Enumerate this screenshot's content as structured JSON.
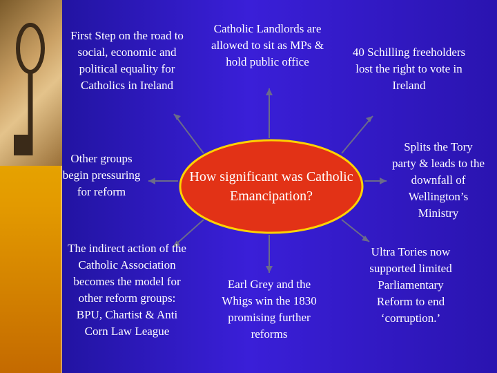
{
  "center": {
    "text": "How significant was Catholic Emancipation?"
  },
  "nodes": {
    "top_left": "First Step on the road to social, economic and political equality for Catholics in Ireland",
    "top_center": "Catholic Landlords are allowed to sit as MPs & hold public office",
    "top_right": "40 Schilling freeholders lost the right to vote in Ireland",
    "mid_left": "Other groups begin pressuring for reform",
    "mid_right": "Splits the Tory party & leads to the downfall of Wellington’s Ministry",
    "bottom_left": "The indirect action of the Catholic Association becomes the model for other reform groups: BPU, Chartist & Anti Corn Law League",
    "bottom_center": "Earl Grey and the Whigs win the 1830 promising further reforms",
    "bottom_right": "Ultra Tories now supported limited Parliamentary Reform to end ‘corruption.’"
  },
  "colors": {
    "center_fill": "#e23216",
    "center_border": "#ffd200",
    "connector": "#6b6b8a"
  },
  "icons": {
    "photo": "key-photo"
  }
}
